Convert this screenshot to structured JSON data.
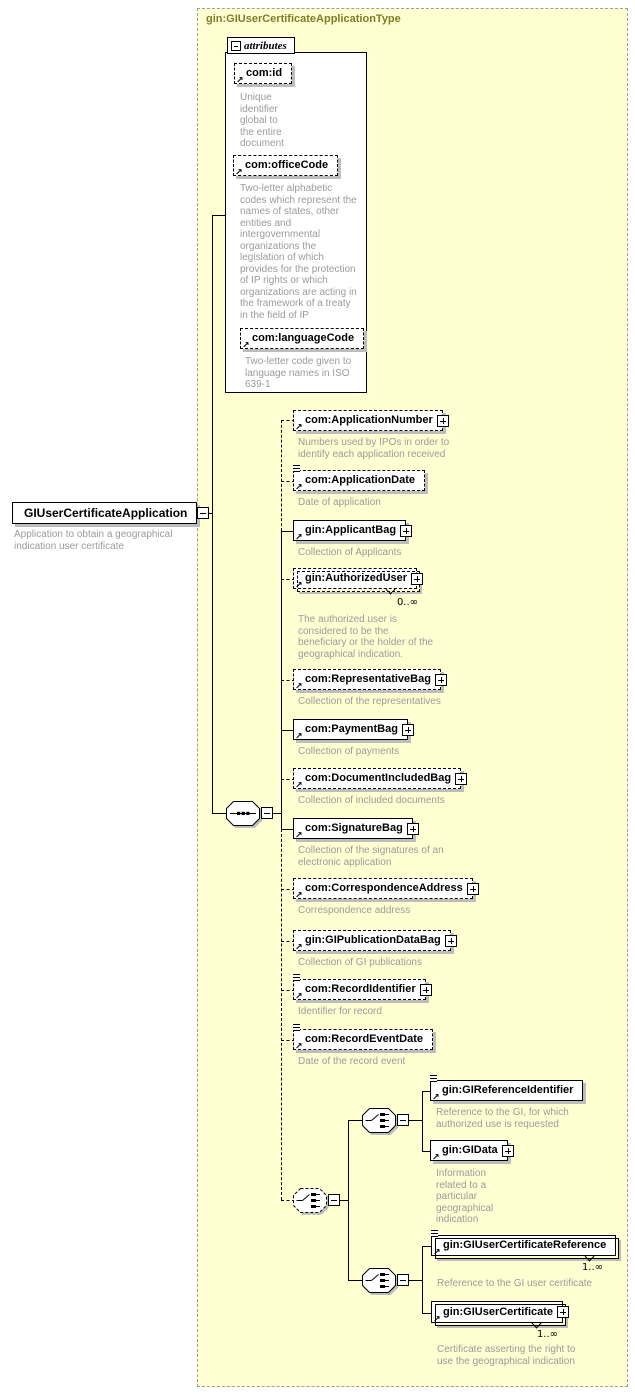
{
  "colors": {
    "container_bg": "#ffffd2",
    "container_label": "#7e7e28",
    "annotation_text": "#9b9b9b",
    "box_shadow": "#bdbdbd",
    "box_border": "#000000"
  },
  "container": {
    "label": "gin:GIUserCertificateApplicationType"
  },
  "attributes_panel": {
    "header": "attributes",
    "items": [
      {
        "name": "com:id",
        "doc": "Unique identifier global to the entire document"
      },
      {
        "name": "com:officeCode",
        "doc": "Two-letter alphabetic codes which represent the names of states, other entities and intergovernmental organizations the legislation of which provides for the protection of IP rights or which organizations are acting in the framework of a treaty in the field of IP"
      },
      {
        "name": "com:languageCode",
        "doc": "Two-letter code given to language names in ISO 639-1"
      }
    ]
  },
  "root": {
    "name": "GIUserCertificateApplication",
    "doc": "Application to obtain a geographical indication user certificate"
  },
  "children": [
    {
      "name": "com:ApplicationNumber",
      "doc": "Numbers used by IPOs in order to identify each application received"
    },
    {
      "name": "com:ApplicationDate",
      "doc": "Date of application"
    },
    {
      "name": "gin:ApplicantBag",
      "doc": "Collection of Applicants"
    },
    {
      "name": "gin:AuthorizedUser",
      "cardinality": "0..∞",
      "doc": "The authorized user is considered to be the beneficiary or the holder of the geographical indication."
    },
    {
      "name": "com:RepresentativeBag",
      "doc": "Collection of the representatives"
    },
    {
      "name": "com:PaymentBag",
      "doc": "Collection of payments"
    },
    {
      "name": "com:DocumentIncludedBag",
      "doc": "Collection of included documents"
    },
    {
      "name": "com:SignatureBag",
      "doc": "Collection of the signatures of an electronic application"
    },
    {
      "name": "com:CorrespondenceAddress",
      "doc": "Correspondence address"
    },
    {
      "name": "gin:GIPublicationDataBag",
      "doc": "Collection of GI publications"
    },
    {
      "name": "com:RecordIdentifier",
      "doc": "Identifier for record"
    },
    {
      "name": "com:RecordEventDate",
      "doc": "Date of the record event"
    }
  ],
  "choice": {
    "branch_gi": [
      {
        "name": "gin:GIReferenceIdentifier",
        "doc": "Reference to the GI, for which authorized use is requested"
      },
      {
        "name": "gin:GIData",
        "doc": "Information related to a particular geographical indication"
      }
    ],
    "branch_cert": [
      {
        "name": "gin:GIUserCertificateReference",
        "cardinality": "1..∞",
        "doc": "Reference to the GI user certificate"
      },
      {
        "name": "gin:GIUserCertificate",
        "cardinality": "1..∞",
        "doc": "Certificate asserting the right to use the geographical indication"
      }
    ]
  }
}
